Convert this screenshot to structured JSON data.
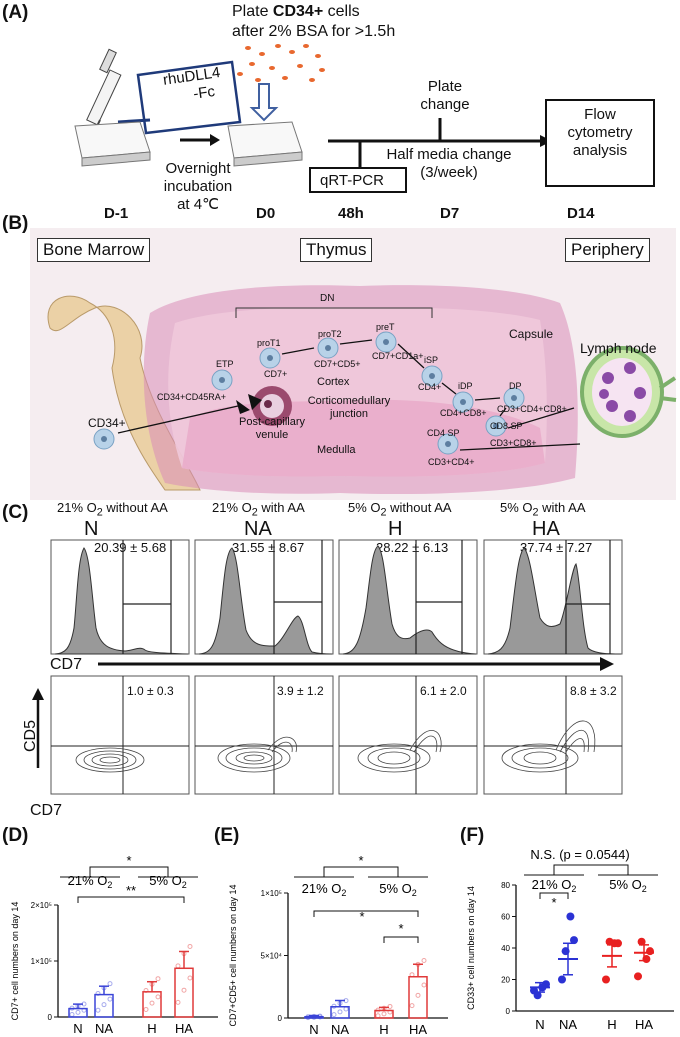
{
  "panelA": {
    "label": "(A)",
    "plate_line1": "Plate",
    "plate_bold": "CD34+",
    "plate_line1_tail": "cells",
    "plate_line2": "after 2% BSA for >1.5h",
    "ligand_line1": "rhuDLL4",
    "ligand_line2": "-Fc",
    "overnight": [
      "Overnight",
      "incubation",
      "at 4℃"
    ],
    "plate_change": [
      "Plate",
      "change"
    ],
    "half_media": [
      "Half media change",
      "(3/week)"
    ],
    "qrt": "qRT-PCR",
    "flow": [
      "Flow",
      "cytometry",
      "analysis"
    ],
    "days": [
      "D-1",
      "D0",
      "48h",
      "D7",
      "D14"
    ]
  },
  "panelB": {
    "label": "(B)",
    "headers": [
      "Bone Marrow",
      "Thymus",
      "Periphery"
    ],
    "labels": {
      "dn": "DN",
      "capsule": "Capsule",
      "lymph": "Lymph node",
      "cd34": "CD34+",
      "etp": "ETP",
      "etp_marker": "CD34+CD45RA+",
      "protl": "proT1",
      "protl_marker": "CD7+",
      "prot2": "proT2",
      "prot2_marker": "CD7+CD5+",
      "pret": "preT",
      "pret_marker": "CD7+CD1a+",
      "isp": "iSP",
      "isp_marker": "CD4+",
      "idp": "iDP",
      "idp_marker": "CD4+CD8+",
      "dp": "DP",
      "dp_marker": "CD3+CD4+CD8+",
      "cd8sp": "CD8 SP",
      "cd8sp_marker": "CD3+CD8+",
      "cd4sp": "CD4 SP",
      "cd4sp_marker": "CD3+CD4+",
      "cortex": "Cortex",
      "cmj": [
        "Corticomedullary",
        "junction"
      ],
      "pcv": [
        "Post-capillary",
        "venule"
      ],
      "medulla": "Medulla"
    }
  },
  "panelC": {
    "label": "(C)",
    "conditions": [
      {
        "sub_pre": "21% O",
        "sub_post": " without AA",
        "name": "N",
        "hist_stat": "20.39 ± 5.68",
        "contour_stat": "1.0 ± 0.3"
      },
      {
        "sub_pre": "21% O",
        "sub_post": " with AA",
        "name": "NA",
        "hist_stat": "31.55 ± 8.67",
        "contour_stat": "3.9 ± 1.2"
      },
      {
        "sub_pre": "5% O",
        "sub_post": " without AA",
        "name": "H",
        "hist_stat": "28.22 ± 6.13",
        "contour_stat": "6.1 ± 2.0"
      },
      {
        "sub_pre": "5% O",
        "sub_post": " with AA",
        "name": "HA",
        "hist_stat": "37.74 ± 7.27",
        "contour_stat": "8.8 ± 3.2"
      }
    ],
    "x_label": "CD7",
    "y_label": "CD5",
    "x_label2": "CD7"
  },
  "panelD": {
    "label": "(D)"
  },
  "panelE": {
    "label": "(E)"
  },
  "panelF": {
    "label": "(F)"
  },
  "chart_data": [
    {
      "type": "bar",
      "panel": "D",
      "ylabel": "CD7+ cell numbers on day 14",
      "categories": [
        "N",
        "NA",
        "H",
        "HA"
      ],
      "values": [
        15000,
        40000,
        45000,
        87000
      ],
      "errors": [
        8000,
        15000,
        18000,
        30000
      ],
      "colors": [
        "#3b45d8",
        "#3b45d8",
        "#e03a3a",
        "#e03a3a"
      ],
      "ylim": [
        0,
        200000
      ],
      "yticks": [
        "0",
        "1×10⁵",
        "2×10⁵"
      ],
      "group_labels": [
        "21% O",
        "5% O"
      ],
      "sig": [
        "*",
        "**"
      ]
    },
    {
      "type": "bar",
      "panel": "E",
      "ylabel": "CD7+CD5+ cell numbers on day 14",
      "categories": [
        "N",
        "NA",
        "H",
        "HA"
      ],
      "values": [
        1000,
        9000,
        6000,
        33000
      ],
      "errors": [
        1000,
        5000,
        2500,
        10000
      ],
      "colors": [
        "#3b45d8",
        "#3b45d8",
        "#e03a3a",
        "#e03a3a"
      ],
      "ylim": [
        0,
        100000
      ],
      "yticks": [
        "0",
        "5×10⁴",
        "1×10⁵"
      ],
      "group_labels": [
        "21% O",
        "5% O"
      ],
      "sig": [
        "*",
        "*",
        "*"
      ]
    },
    {
      "type": "scatter",
      "panel": "F",
      "ylabel": "CD33+ cell numbers on day 14",
      "categories": [
        "N",
        "NA",
        "H",
        "HA"
      ],
      "points": [
        [
          13,
          17,
          10,
          15
        ],
        [
          20,
          45,
          38,
          60
        ],
        [
          20,
          43,
          44,
          43
        ],
        [
          22,
          38,
          44,
          33
        ]
      ],
      "means": [
        15,
        33,
        35,
        37
      ],
      "errors": [
        3,
        10,
        7,
        5
      ],
      "colors": [
        "#2b32d4",
        "#2b32d4",
        "#e82020",
        "#e82020"
      ],
      "ylim": [
        0,
        80
      ],
      "yticks": [
        "0",
        "20",
        "40",
        "60",
        "80"
      ],
      "group_labels": [
        "21% O",
        "5% O"
      ],
      "ns_label": "N.S. (p = 0.0544)",
      "sig": [
        "*"
      ]
    }
  ]
}
